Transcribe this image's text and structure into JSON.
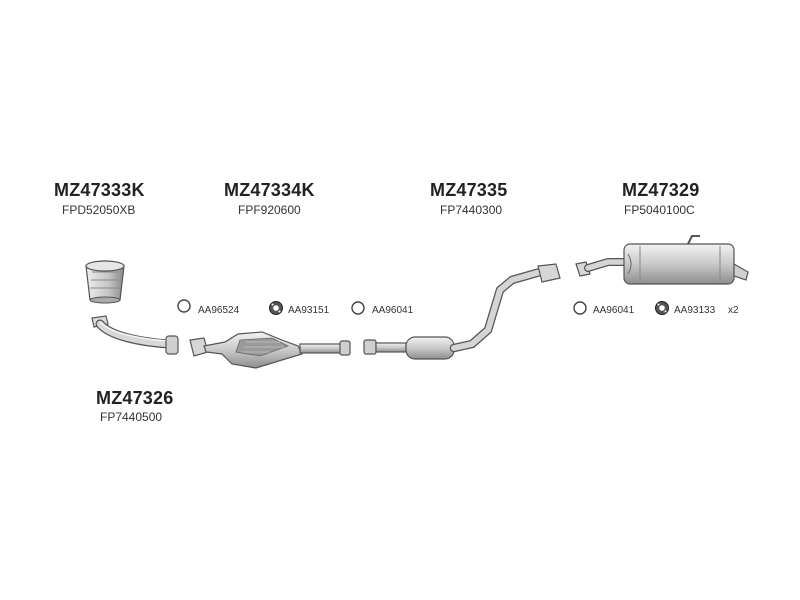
{
  "colors": {
    "part_fill": "#dcdcdc",
    "part_stroke": "#555555",
    "part_shade": "#9a9a9a",
    "text": "#222222"
  },
  "parts": [
    {
      "number": "MZ47333K",
      "reference": "FPD52050XB"
    },
    {
      "number": "MZ47334K",
      "reference": "FPF920600"
    },
    {
      "number": "MZ47335",
      "reference": "FP7440300"
    },
    {
      "number": "MZ47329",
      "reference": "FP5040100C"
    },
    {
      "number": "MZ47326",
      "reference": "FP7440500"
    }
  ],
  "accessories": [
    {
      "code": "AA96524",
      "icon": "ring-gasket-icon"
    },
    {
      "code": "AA93151",
      "icon": "rubber-mount-icon"
    },
    {
      "code": "AA96041",
      "icon": "ring-gasket-icon"
    },
    {
      "code": "AA96041",
      "icon": "ring-gasket-icon"
    },
    {
      "code": "AA93133",
      "icon": "rubber-mount-icon",
      "qty": "x2"
    }
  ]
}
